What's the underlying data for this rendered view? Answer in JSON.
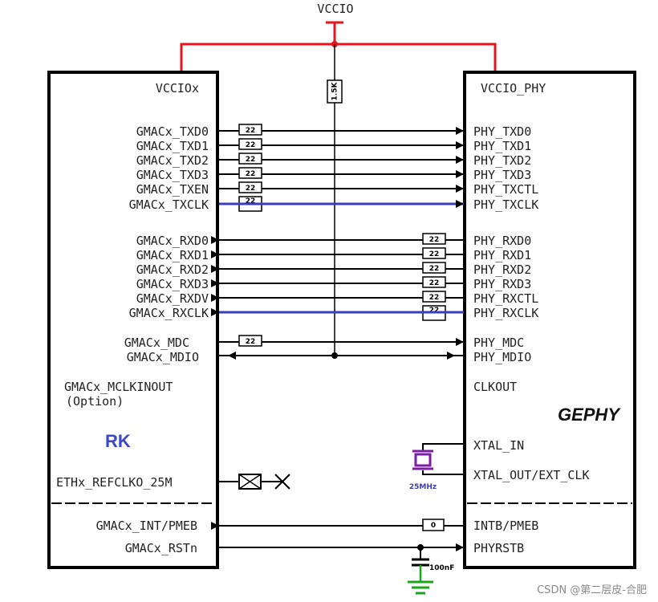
{
  "power": {
    "rail": "VCCIO",
    "pullup": "1.5K"
  },
  "rk": {
    "title": "RK",
    "supply": "VCCIOx",
    "tx_pins": [
      "GMACx_TXD0",
      "GMACx_TXD1",
      "GMACx_TXD2",
      "GMACx_TXD3",
      "GMACx_TXEN",
      "GMACx_TXCLK"
    ],
    "rx_pins": [
      "GMACx_RXD0",
      "GMACx_RXD1",
      "GMACx_RXD2",
      "GMACx_RXD3",
      "GMACx_RXDV",
      "GMACx_RXCLK"
    ],
    "mdc": "GMACx_MDC",
    "mdio": "GMACx_MDIO",
    "mclk": "GMACx_MCLKINOUT",
    "mclk_note": "(Option)",
    "refclk": "ETHx_REFCLKO_25M",
    "int": "GMACx_INT/PMEB",
    "rst": "GMACx_RSTn"
  },
  "phy": {
    "title": "GEPHY",
    "supply": "VCCIO_PHY",
    "tx_pins": [
      "PHY_TXD0",
      "PHY_TXD1",
      "PHY_TXD2",
      "PHY_TXD3",
      "PHY_TXCTL",
      "PHY_TXCLK"
    ],
    "rx_pins": [
      "PHY_RXD0",
      "PHY_RXD1",
      "PHY_RXD2",
      "PHY_RXD3",
      "PHY_RXCTL",
      "PHY_RXCLK"
    ],
    "mdc": "PHY_MDC",
    "mdio": "PHY_MDIO",
    "clkout": "CLKOUT",
    "xtal_in": "XTAL_IN",
    "xtal_out": "XTAL_OUT/EXT_CLK",
    "intb": "INTB/PMEB",
    "rst": "PHYRSTB"
  },
  "resistors": {
    "series": "22",
    "int": "0"
  },
  "crystal": "25MHz",
  "capacitor": "100nF",
  "watermark": "CSDN @第二层皮-合肥",
  "colors": {
    "power": "#e8141b",
    "clock": "#3b3dbf",
    "crystal": "#7b1fa2",
    "ground": "#1aa61a",
    "rk_title": "#3b48c8"
  }
}
